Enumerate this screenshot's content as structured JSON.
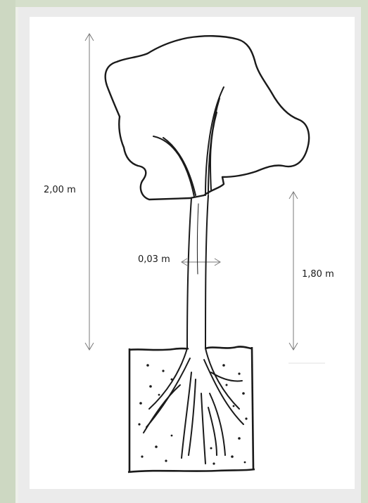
{
  "labels": {
    "total_height": "2,00 m",
    "trunk_diameter": "0,03 m",
    "trunk_height": "1,80 m"
  },
  "colors": {
    "ink": "#1a1a1a",
    "dimension_line": "#7a7a7a",
    "frame": "#d5dfcb",
    "paper": "#ffffff"
  }
}
